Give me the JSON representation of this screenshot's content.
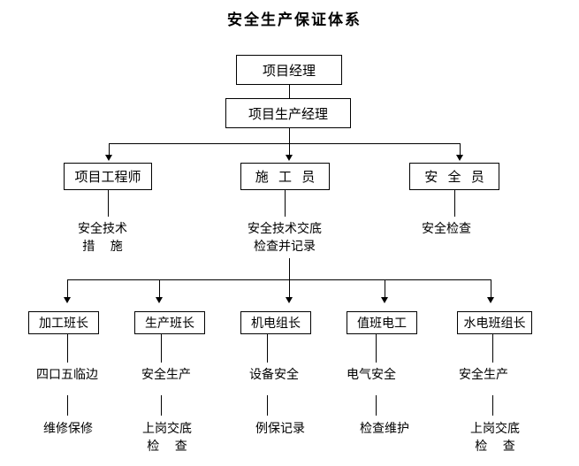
{
  "title": "安全生产保证体系",
  "colors": {
    "line": "#000000",
    "background": "#ffffff",
    "text": "#000000"
  },
  "org": {
    "level1": {
      "label": "项目经理"
    },
    "level2": {
      "label": "项目生产经理"
    },
    "level3": [
      {
        "label": "项目工程师",
        "duty": "安全技术\n措     施"
      },
      {
        "label": "施   工   员",
        "duty": "安全技术交底\n检查并记录"
      },
      {
        "label": "安   全   员",
        "duty": "安全检查"
      }
    ],
    "level4": [
      {
        "label": "加工班长",
        "duty1": "四口五临边",
        "duty2": "维修保修"
      },
      {
        "label": "生产班长",
        "duty1": "安全生产",
        "duty2": "上岗交底\n检     查"
      },
      {
        "label": "机电组长",
        "duty1": "设备安全",
        "duty2": "例保记录"
      },
      {
        "label": "值班电工",
        "duty1": "电气安全",
        "duty2": "检查维护"
      },
      {
        "label": "水电班组长",
        "duty1": "安全生产",
        "duty2": "上岗交底\n检     查"
      }
    ]
  }
}
